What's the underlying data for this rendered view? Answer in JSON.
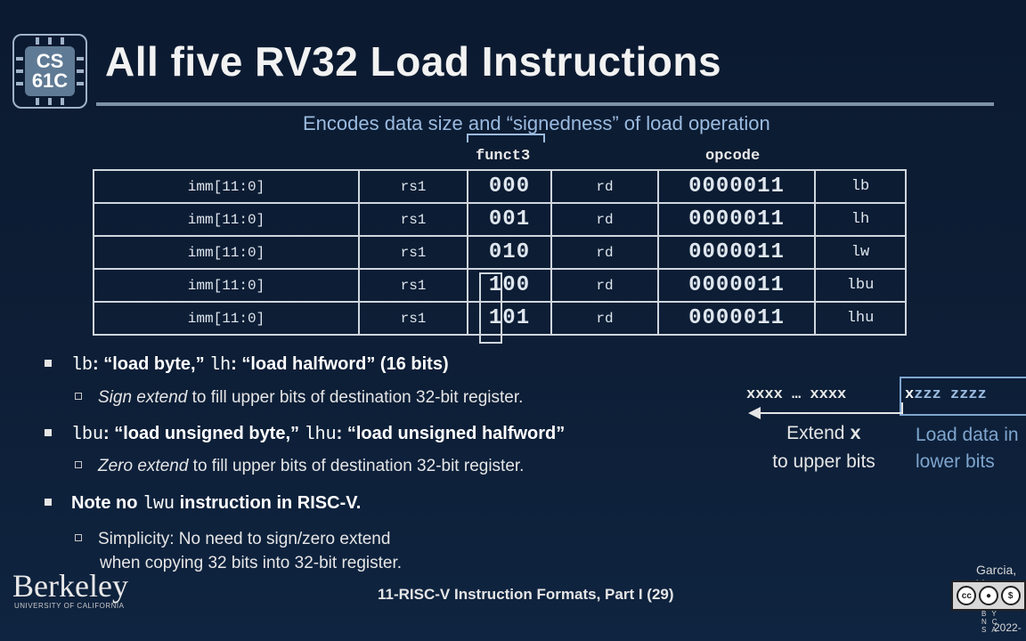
{
  "logo": {
    "line1": "CS",
    "line2": "61C"
  },
  "title": "All five RV32 Load Instructions",
  "top_note": "Encodes data size and “signedness” of load operation",
  "column_heads": {
    "funct3": "funct3",
    "opcode": "opcode"
  },
  "rows": [
    {
      "imm": "imm[11:0]",
      "rs1": "rs1",
      "funct3": "000",
      "rd": "rd",
      "opcode": "0000011",
      "name": "lb"
    },
    {
      "imm": "imm[11:0]",
      "rs1": "rs1",
      "funct3": "001",
      "rd": "rd",
      "opcode": "0000011",
      "name": "lh"
    },
    {
      "imm": "imm[11:0]",
      "rs1": "rs1",
      "funct3": "010",
      "rd": "rd",
      "opcode": "0000011",
      "name": "lw"
    },
    {
      "imm": "imm[11:0]",
      "rs1": "rs1",
      "funct3": "100",
      "rd": "rd",
      "opcode": "0000011",
      "name": "lbu"
    },
    {
      "imm": "imm[11:0]",
      "rs1": "rs1",
      "funct3": "101",
      "rd": "rd",
      "opcode": "0000011",
      "name": "lhu"
    }
  ],
  "bullets": {
    "b1": {
      "c1": "lb",
      "t1": ": “load byte,” ",
      "c2": "lh",
      "t2": ": “load halfword” (16 bits)"
    },
    "s1": {
      "ital": "Sign extend",
      "rest": " to fill upper bits of destination 32-bit register."
    },
    "b2": {
      "c1": "lbu",
      "t1": ": “load unsigned byte,” ",
      "c2": "lhu",
      "t2": ": “load unsigned halfword”"
    },
    "s2": {
      "ital": "Zero extend",
      "rest": " to fill upper bits of destination 32-bit register."
    },
    "b3": {
      "t1": "Note no ",
      "c1": "lwu",
      "t2": " instruction in RISC-V."
    },
    "s3": {
      "line1": "Simplicity: No need to sign/zero extend",
      "line2": "when copying 32 bits into 32-bit register."
    }
  },
  "diagram": {
    "upper_bits": "xxxx … xxxx ",
    "x_char": "x",
    "lower_bits": "zzz zzzz",
    "extend_line1_a": "Extend ",
    "extend_line1_b": "x",
    "extend_line2": "to upper bits",
    "load_line1": "Load data in",
    "load_line2": "lower bits"
  },
  "footer": {
    "berkeley": "Berkeley",
    "university": "UNIVERSITY OF CALIFORNIA",
    "lecture": "11-RISC-V Instruction Formats, Part I (29)",
    "author": "Garcia, Yo",
    "cc_sub": "BY NC SA",
    "year": "2022-"
  }
}
